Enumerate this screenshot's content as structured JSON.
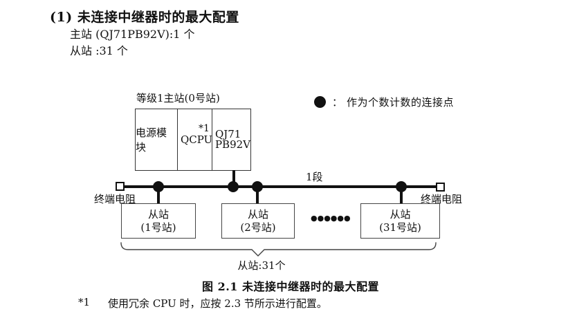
{
  "colors": {
    "ink": "#111111",
    "box_border": "#444444",
    "background": "#ffffff"
  },
  "heading": {
    "title": "(1) 未连接中继器时的最大配置",
    "master_line": "主站 (QJ71PB92V):1 个",
    "slave_line": "从站 :31 个"
  },
  "diagram": {
    "master_label": "等级1主站(0号站)",
    "master_modules": {
      "power": "电源模块",
      "cpu": "QCPU",
      "cpu_note": "*1",
      "network_line1": "QJ71",
      "network_line2": "PB92V"
    },
    "legend": {
      "colon": "：",
      "text": "作为个数计数的连接点"
    },
    "segment_label": "1段",
    "terminator_left_label": "终端电阻",
    "terminator_right_label": "终端电阻",
    "slaves": [
      {
        "name": "从站",
        "station": "(1号站)"
      },
      {
        "name": "从站",
        "station": "(2号站)"
      },
      {
        "name": "从站",
        "station": "(31号站)"
      }
    ],
    "ellipsis": "●●●●●●",
    "brace_label": "从站:31个"
  },
  "caption": "图 2.1 未连接中继器时的最大配置",
  "footnote": {
    "marker": "*1",
    "text": "使用冗余 CPU 时，应按 2.3 节所示进行配置。"
  }
}
